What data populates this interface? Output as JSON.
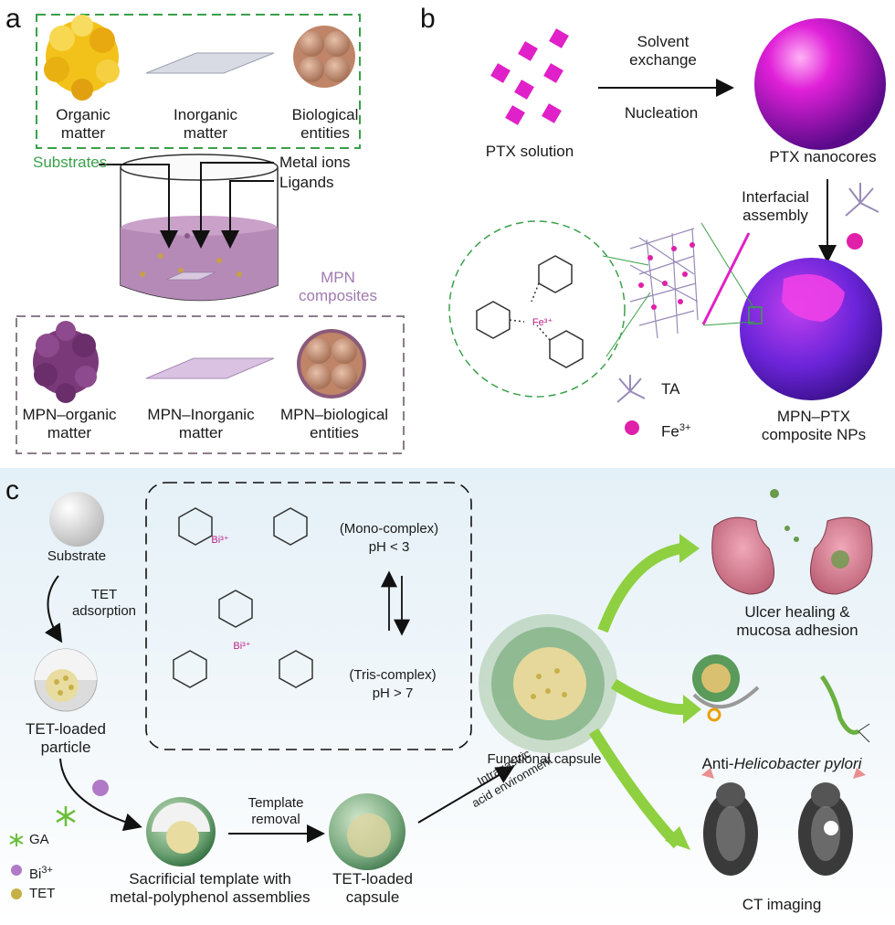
{
  "panel_a": {
    "letter": "a",
    "substrates": [
      "Organic matter",
      "Inorganic matter",
      "Biological entities"
    ],
    "substrates_lines": [
      [
        "Organic",
        "matter"
      ],
      [
        "Inorganic",
        "matter"
      ],
      [
        "Biological",
        "entities"
      ]
    ],
    "substrates_label": "Substrates",
    "metal_ions_label": "Metal ions",
    "ligands_label": "Ligands",
    "mpn_composites_lines": [
      "MPN",
      "composites"
    ],
    "products_lines": [
      [
        "MPN–organic",
        "matter"
      ],
      [
        "MPN–Inorganic",
        "matter"
      ],
      [
        "MPN–biological",
        "entities"
      ]
    ],
    "colors": {
      "substrate_box": "#3aa04a",
      "mpn_box": "#8a7d8a",
      "mpn_text": "#a07ab0",
      "organic": "#f2c21a",
      "liquid": "#b58ab6"
    }
  },
  "panel_b": {
    "letter": "b",
    "ptx_solution": "PTX solution",
    "solvent_exchange_lines": [
      "Solvent",
      "exchange"
    ],
    "nucleation": "Nucleation",
    "ptx_nanocores": "PTX nanocores",
    "interfacial_assembly_lines": [
      "Interfacial",
      "assembly"
    ],
    "legend_ta": "TA",
    "legend_fe": "Fe",
    "legend_fe_sup": "3+",
    "complex_ion": "Fe³⁺",
    "product_lines": [
      "MPN–PTX",
      "composite NPs"
    ],
    "colors": {
      "magenta": "#e020c8",
      "purple": "#6a24d8",
      "ta": "#9a8ab8"
    }
  },
  "panel_c": {
    "letter": "c",
    "substrate": "Substrate",
    "tet_adsorption_lines": [
      "TET",
      "adsorption"
    ],
    "tet_particle_lines": [
      "TET-loaded",
      "particle"
    ],
    "mono_complex": "(Mono-complex)",
    "mono_ph": "pH < 3",
    "tris_complex": "(Tris-complex)",
    "tris_ph": "pH > 7",
    "bi_ion": "Bi³⁺",
    "functional_capsule": "Functional capsule",
    "intragastric_lines": [
      "Intragastric",
      "acid environment"
    ],
    "template_removal_lines": [
      "Template",
      "removal"
    ],
    "sacrificial_lines": [
      "Sacrificial template with",
      "metal-polyphenol assemblies"
    ],
    "tet_capsule_lines": [
      "TET-loaded",
      "capsule"
    ],
    "ulcer_lines": [
      "Ulcer healing &",
      "mucosa adhesion"
    ],
    "anti_prefix": "Anti-",
    "anti_italic": "Helicobacter pylori",
    "ct_imaging": "CT imaging",
    "legend": [
      {
        "symbol": "star",
        "label": "GA"
      },
      {
        "symbol": "dot",
        "label": "Bi",
        "sup": "3+"
      },
      {
        "symbol": "dot",
        "label": "TET"
      }
    ],
    "colors": {
      "green": "#6abf3a",
      "bi": "#b07ac8",
      "tet": "#c8b048",
      "shell": "#4a9a5a"
    }
  }
}
